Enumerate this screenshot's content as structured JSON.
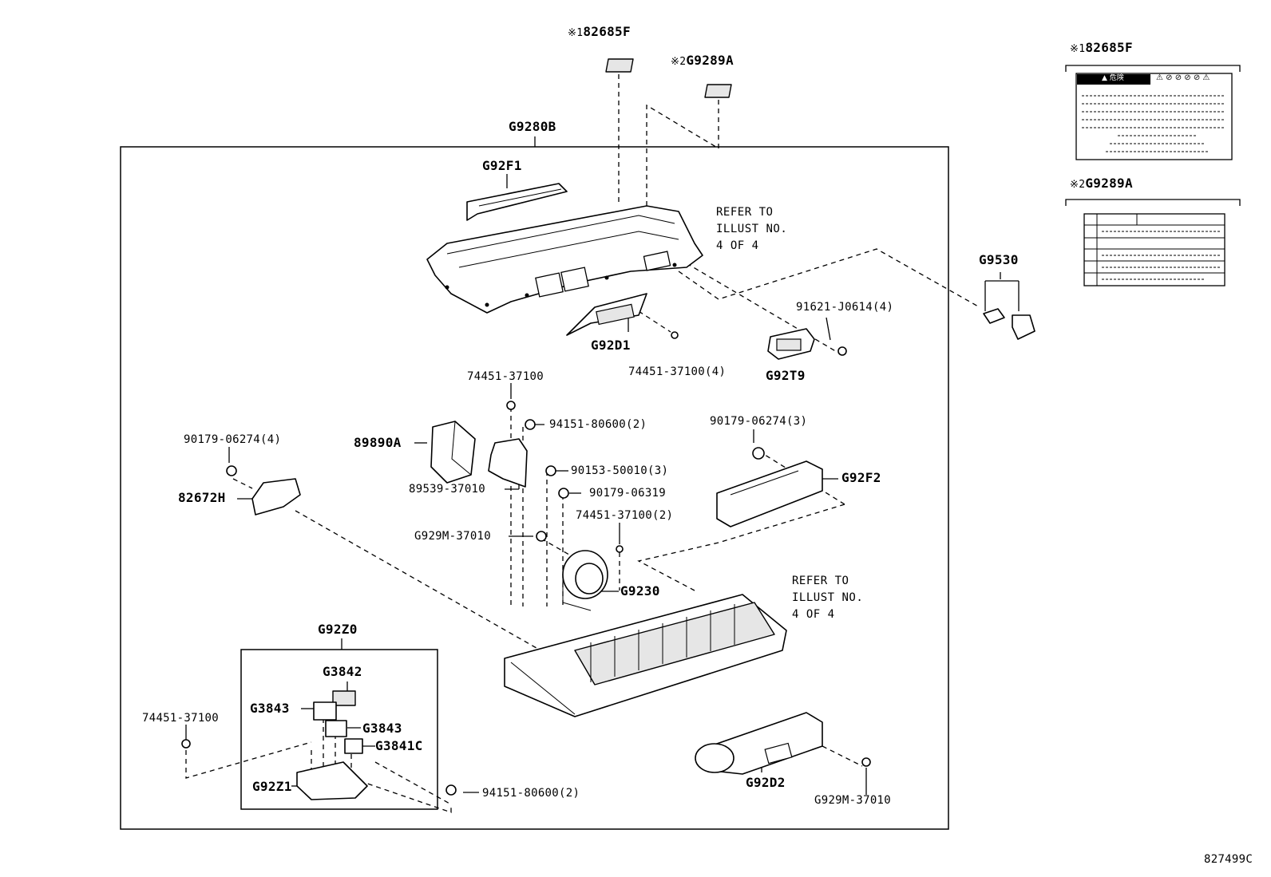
{
  "labels": {
    "top_label_1_mark": "※1",
    "top_label_1": "82685F",
    "top_label_2_mark": "※2",
    "top_label_2": "G9289A",
    "g9280b": "G9280B",
    "g92f1": "G92F1",
    "refer_upper": "REFER TO\nILLUST NO.\n4 OF 4",
    "g92d1": "G92D1",
    "p74451_37100_4": "74451-37100(4)",
    "p91621_j0614": "91621-J0614(4)",
    "g92t9": "G92T9",
    "g9530": "G9530",
    "p74451_37100_a": "74451-37100",
    "p94151_80600_a": "94151-80600(2)",
    "p89890a": "89890A",
    "p90153_50010": "90153-50010(3)",
    "p89539_37010": "89539-37010",
    "p90179_06274_4": "90179-06274(4)",
    "p82672h": "82672H",
    "p90179_06274_3": "90179-06274(3)",
    "g92f2": "G92F2",
    "p90179_06319": "90179-06319",
    "p74451_37100_2": "74451-37100(2)",
    "g929m_37010_a": "G929M-37010",
    "g9230": "G9230",
    "refer_lower": "REFER TO\nILLUST NO.\n4 OF 4",
    "g92z0": "G92Z0",
    "g3842": "G3842",
    "g3843_a": "G3843",
    "g3843_b": "G3843",
    "g3841c": "G3841C",
    "p74451_37100_b": "74451-37100",
    "g92z1": "G92Z1",
    "p94151_80600_b": "94151-80600(2)",
    "g92d2": "G92D2",
    "g929m_37010_b": "G929M-37010",
    "diagram_code": "827499C"
  },
  "side_panels": {
    "panel_1_mark": "※1",
    "panel_1_title": "82685F",
    "panel_1_header": "▲ 危険",
    "panel_1_icons": "⚠ ⊘ ⊘ ⊘ ⊘ ⚠",
    "panel_2_mark": "※2",
    "panel_2_title": "G9289A"
  }
}
